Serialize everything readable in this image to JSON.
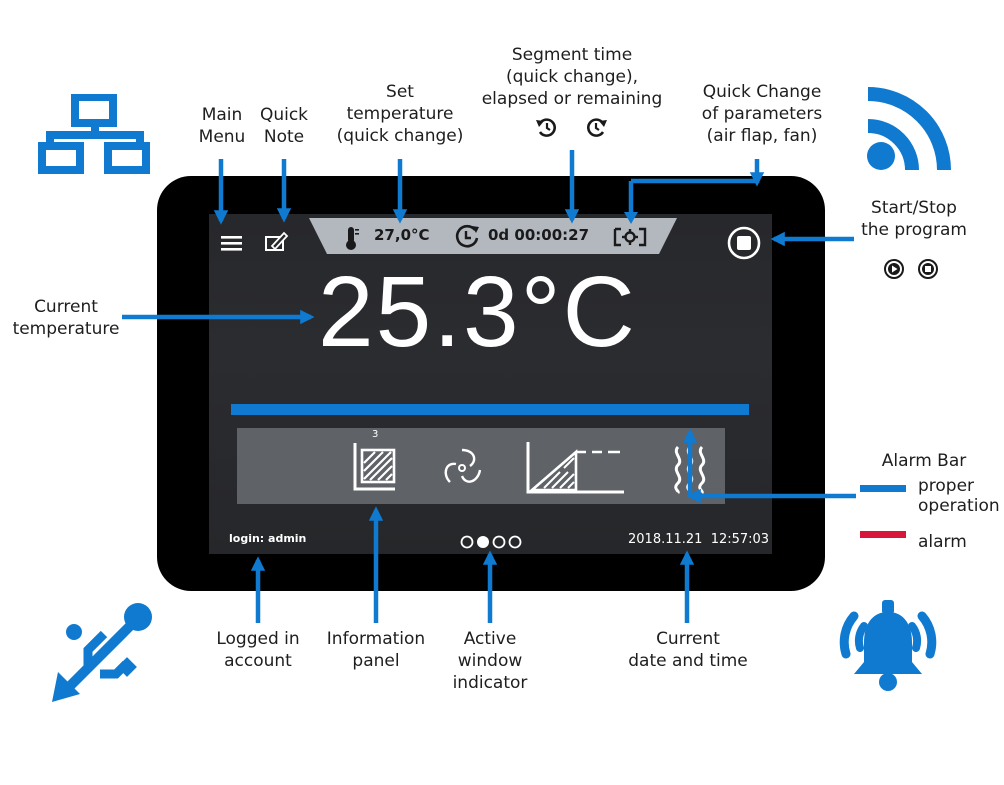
{
  "labels": {
    "main_menu": [
      "Main",
      "Menu"
    ],
    "quick_note": [
      "Quick",
      "Note"
    ],
    "set_temperature": [
      "Set",
      "temperature",
      "(quick change)"
    ],
    "segment_time": [
      "Segment time",
      "(quick change),",
      "elapsed or remaining"
    ],
    "quick_change_params": [
      "Quick Change",
      "of parameters",
      "(air flap, fan)"
    ],
    "start_stop": [
      "Start/Stop",
      "the program"
    ],
    "current_temperature": [
      "Current",
      "temperature"
    ],
    "alarm_bar": "Alarm Bar",
    "logged_in": [
      "Logged in",
      "account"
    ],
    "info_panel": [
      "Information",
      "panel"
    ],
    "active_window": [
      "Active",
      "window",
      "indicator"
    ],
    "current_datetime": [
      "Current",
      "date and time"
    ]
  },
  "legend": [
    {
      "label": [
        "proper",
        "operation"
      ],
      "color": "#0f7ad0"
    },
    {
      "label": [
        "alarm"
      ],
      "color": "#d8163c"
    }
  ],
  "screen": {
    "set_temp": "27,0°C",
    "segment_time": "0d 00:00:27",
    "current_temp": "25.3°C",
    "login": "login: admin",
    "datetime": "2018.11.21  12:57:03",
    "panel_badge": "3",
    "active_page": 2,
    "page_count": 4
  },
  "colors": {
    "accent": "#0f7ad0",
    "alarm": "#d8163c",
    "device": "#000000",
    "screen": "#2a2b2e",
    "topbar": "#b3b8bf",
    "panel": "#5f6266"
  },
  "icons": [
    "network-icon",
    "wifi-icon",
    "usb-icon",
    "bell-alarm-icon",
    "menu-icon",
    "note-icon",
    "thermometer-icon",
    "clock-icon",
    "settings-icon",
    "stop-icon",
    "play-icon",
    "fan-icon",
    "ramp-icon",
    "heater-icon",
    "door-icon"
  ]
}
